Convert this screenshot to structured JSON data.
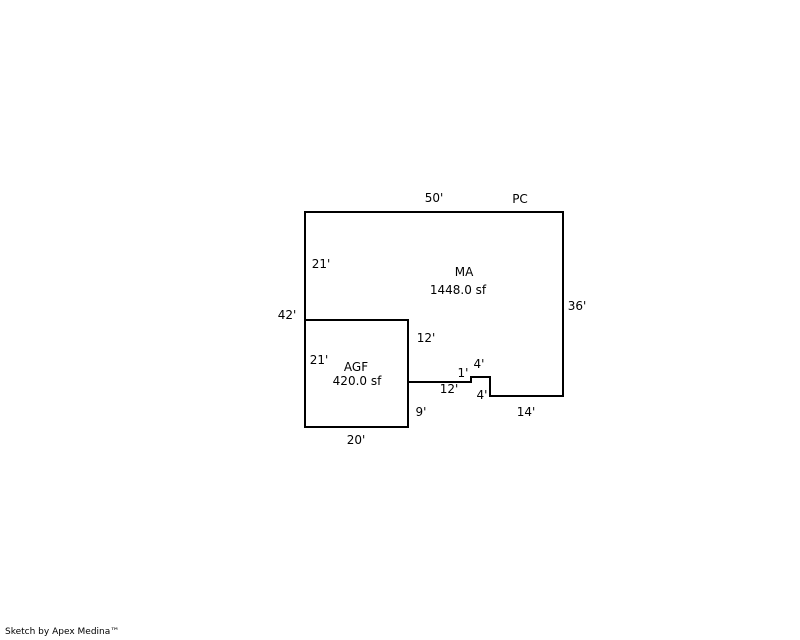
{
  "sketch": {
    "main_area": {
      "name": "MA",
      "area": "1448.0 sf"
    },
    "garage": {
      "name": "AGF",
      "area": "420.0 sf"
    },
    "corner_label": "PC",
    "dimensions": {
      "top": "50'",
      "left_total": "42'",
      "left_upper": "21'",
      "right": "36'",
      "notch_top_inner": "12'",
      "notch_step_1": "1'",
      "notch_step_4_top": "4'",
      "notch_step_4_bottom": "4'",
      "notch_bottom_inner": "12'",
      "bottom_right": "14'",
      "garage_left": "21'",
      "garage_bottom": "20'",
      "garage_right": "9'"
    }
  },
  "footer": {
    "credit": "Sketch by Apex Medina™"
  }
}
